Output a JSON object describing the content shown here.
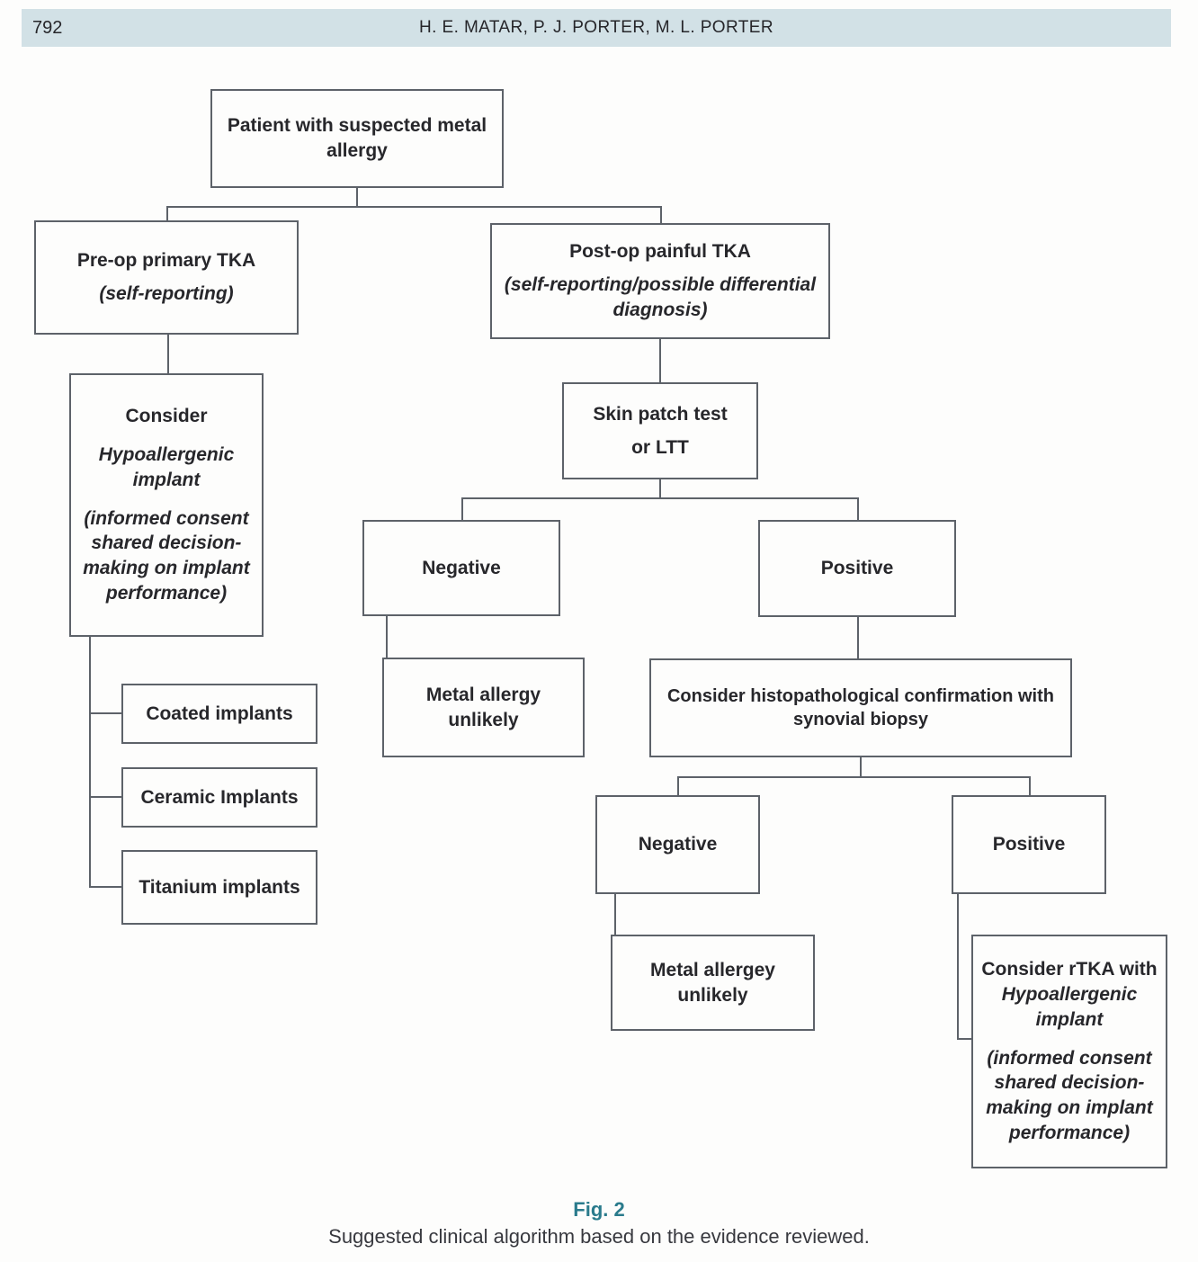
{
  "header": {
    "page_number": "792",
    "authors": "H. E. MATAR, P. J. PORTER, M. L. PORTER",
    "bar_color": "#d2e1e6"
  },
  "flowchart": {
    "border_color": "#5d6269",
    "nodes": {
      "root": {
        "title": "Patient with suspected metal\nallergy"
      },
      "preop": {
        "title": "Pre-op primary TKA",
        "italic": "(self-reporting)"
      },
      "postop": {
        "title": "Post-op painful TKA",
        "italic": "(self-reporting/possible differential\ndiagnosis)"
      },
      "consider_implant": {
        "title": "Consider",
        "italic1": "Hypoallergenic\nimplant",
        "italic2": "(informed consent\nshared decision-\nmaking on implant\nperformance)"
      },
      "coated": {
        "title": "Coated implants"
      },
      "ceramic": {
        "title": "Ceramic Implants"
      },
      "titanium": {
        "title": "Titanium implants"
      },
      "skin_patch": {
        "title": "Skin patch test",
        "title2": "or LTT"
      },
      "negative_test": {
        "title": "Negative"
      },
      "positive_test": {
        "title": "Positive"
      },
      "metal_allergy_unlikely": {
        "title": "Metal allergy\nunlikely"
      },
      "histopathology": {
        "title": "Consider histopathological confirmation with\nsynovial biopsy"
      },
      "negative_biopsy": {
        "title": "Negative"
      },
      "positive_biopsy": {
        "title": "Positive"
      },
      "metal_allergey_unlikely": {
        "title": "Metal allergey\nunlikely"
      },
      "rtka": {
        "title": "Consider rTKA with",
        "italic1": "Hypoallergenic\nimplant",
        "italic2": "(informed consent\nshared decision-\nmaking on implant\nperformance)"
      }
    }
  },
  "caption": {
    "label": "Fig. 2",
    "label_color": "#2a7b8c",
    "text": "Suggested clinical algorithm based on the evidence reviewed."
  }
}
